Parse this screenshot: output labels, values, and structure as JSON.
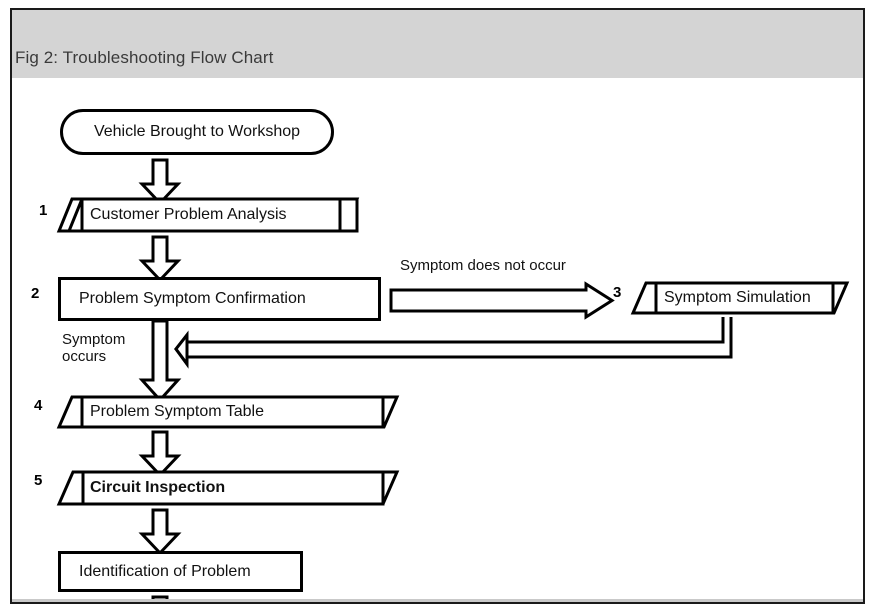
{
  "figure": {
    "caption": "Fig 2: Troubleshooting Flow Chart",
    "caption_bg": "#d4d4d4",
    "caption_color": "#3a3a3a",
    "border_color": "#1a1a1a",
    "stroke_color": "#000000",
    "background": "#ffffff"
  },
  "chart_data": {
    "type": "diagram",
    "title": "Fig 2: Troubleshooting Flow Chart",
    "nodes": [
      {
        "id": "start",
        "number": "",
        "label": "Vehicle Brought to Workshop",
        "shape": "terminator",
        "bold": false
      },
      {
        "id": "n1",
        "number": "1",
        "label": "Customer Problem Analysis",
        "shape": "parallelogram",
        "bold": false
      },
      {
        "id": "n2",
        "number": "2",
        "label": "Problem Symptom Confirmation",
        "shape": "rectangle",
        "bold": false
      },
      {
        "id": "n3",
        "number": "3",
        "label": "Symptom Simulation",
        "shape": "parallelogram",
        "bold": false
      },
      {
        "id": "n4",
        "number": "4",
        "label": "Problem Symptom Table",
        "shape": "parallelogram",
        "bold": false
      },
      {
        "id": "n5",
        "number": "5",
        "label": "Circuit Inspection",
        "shape": "parallelogram",
        "bold": true
      },
      {
        "id": "n6",
        "number": "",
        "label": "Identification of Problem",
        "shape": "rectangle",
        "bold": false
      }
    ],
    "edges": [
      {
        "from": "start",
        "to": "n1",
        "label": "",
        "style": "block-arrow-down"
      },
      {
        "from": "n1",
        "to": "n2",
        "label": "",
        "style": "block-arrow-down"
      },
      {
        "from": "n2",
        "to": "n3",
        "label": "Symptom does not occur",
        "style": "block-arrow-right"
      },
      {
        "from": "n3",
        "to": "n2",
        "label": "",
        "style": "line-arrow-return-left"
      },
      {
        "from": "n2",
        "to": "n4",
        "label": "Symptom\noccurs",
        "style": "block-arrow-down"
      },
      {
        "from": "n4",
        "to": "n5",
        "label": "",
        "style": "block-arrow-down"
      },
      {
        "from": "n5",
        "to": "n6",
        "label": "",
        "style": "block-arrow-down"
      },
      {
        "from": "n6",
        "to": "",
        "label": "",
        "style": "block-arrow-down-cropped"
      }
    ]
  },
  "labels": {
    "start_text": "Vehicle Brought to Workshop",
    "step1_num": "1",
    "step1_text": "Customer Problem Analysis",
    "step2_num": "2",
    "step2_text": "Problem Symptom Confirmation",
    "step3_num": "3",
    "step3_text": "Symptom Simulation",
    "step4_num": "4",
    "step4_text": "Problem Symptom Table",
    "step5_num": "5",
    "step5_text": "Circuit Inspection",
    "step6_text": "Identification of Problem",
    "edge_not_occur": "Symptom does not occur",
    "edge_occurs_line1": "Symptom",
    "edge_occurs_line2": "occurs"
  }
}
